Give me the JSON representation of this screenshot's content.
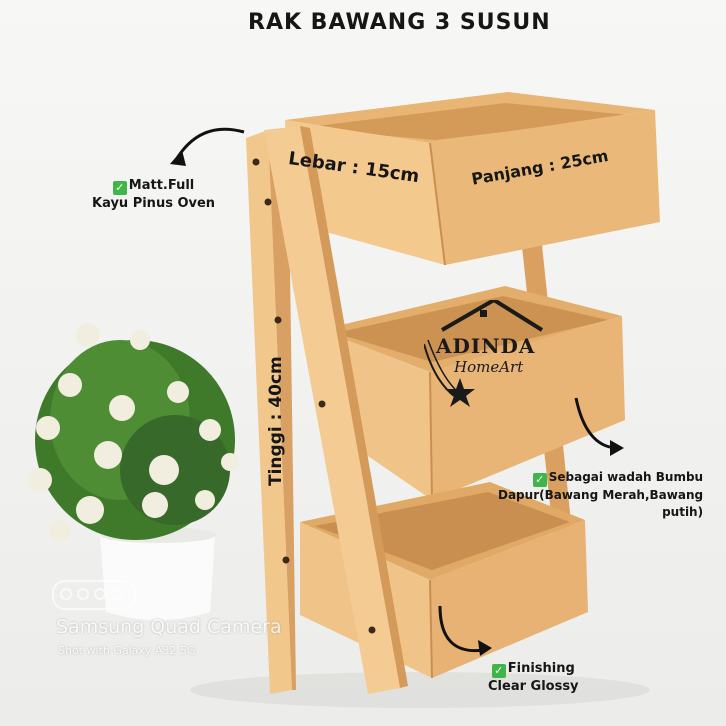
{
  "title": "RAK BAWANG 3 SUSUN",
  "dimensions": {
    "lebar": "Lebar : 15cm",
    "panjang": "Panjang : 25cm",
    "tinggi": "Tinggi : 40cm"
  },
  "notes": {
    "material_line1": "Matt.Full",
    "material_line2": "Kayu Pinus Oven",
    "usage_line1": "Sebagai wadah Bumbu",
    "usage_line2": "Dapur(Bawang Merah,Bawang",
    "usage_line3": "putih)",
    "finish_line1": "Finishing",
    "finish_line2": "Clear Glossy",
    "check_mark": "✓"
  },
  "brand": {
    "name": "ADINDA",
    "sub": "HomeArt"
  },
  "watermark": {
    "main": "Samsung Quad Camera",
    "sub": "Shot with Galaxy A32 5G"
  },
  "colors": {
    "background": "#f4f4f2",
    "wood_light": "#f0c489",
    "wood_mid": "#e3ad6c",
    "wood_dark": "#c98f50",
    "plant_green": "#3f7a2a",
    "flower": "#f1eedf",
    "pot": "#fbfbfb",
    "check_green": "#3fb54a"
  }
}
